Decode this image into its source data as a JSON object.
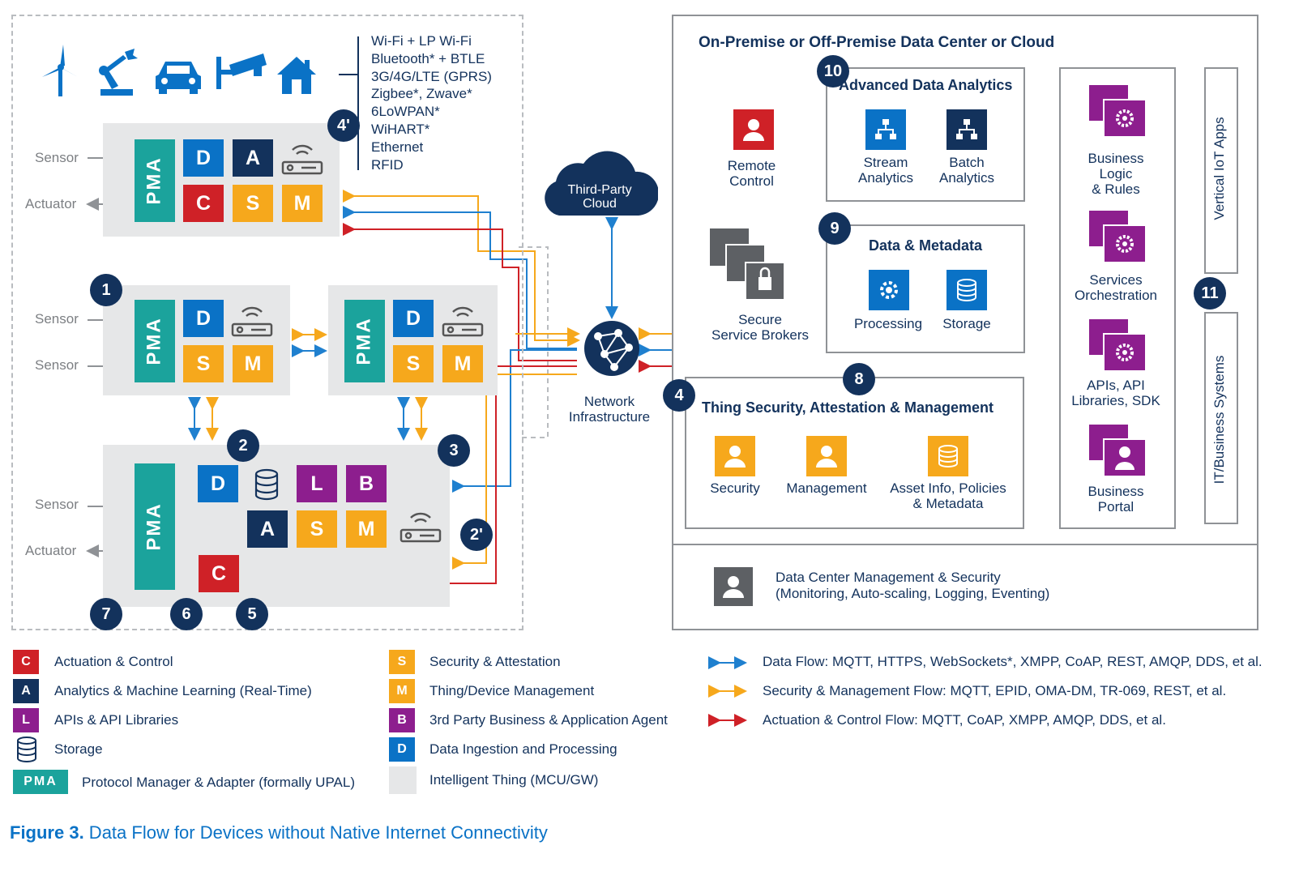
{
  "connectivity": [
    "Wi-Fi + LP Wi-Fi",
    "Bluetooth* + BTLE",
    "3G/4G/LTE (GPRS)",
    "Zigbee*, Zwave*",
    "6LoWPAN*",
    "WiHART*",
    "Ethernet",
    "RFID"
  ],
  "device_icons": [
    "wind-turbine-icon",
    "robot-arm-icon",
    "car-icon",
    "security-camera-icon",
    "house-icon"
  ],
  "labels": {
    "sensor": "Sensor",
    "actuator": "Actuator",
    "pma": "PMA"
  },
  "tiles": {
    "D": "D",
    "A": "A",
    "C": "C",
    "S": "S",
    "M": "M",
    "L": "L",
    "B": "B"
  },
  "numbers": {
    "n1": "1",
    "n2": "2",
    "n2p": "2'",
    "n3": "3",
    "n4": "4",
    "n4p": "4'",
    "n5": "5",
    "n6": "6",
    "n7": "7",
    "n8": "8",
    "n9": "9",
    "n10": "10",
    "n11": "11"
  },
  "third_party": {
    "line1": "Third-Party",
    "line2": "Cloud"
  },
  "network": {
    "line1": "Network",
    "line2": "Infrastructure"
  },
  "cloud_title": "On-Premise or Off-Premise Data Center or Cloud",
  "remote": {
    "line1": "Remote",
    "line2": "Control"
  },
  "brokers": {
    "line1": "Secure",
    "line2": "Service Brokers"
  },
  "analytics": {
    "title": "Advanced Data Analytics",
    "stream1": "Stream",
    "stream2": "Analytics",
    "batch1": "Batch",
    "batch2": "Analytics"
  },
  "metadata": {
    "title": "Data & Metadata",
    "processing": "Processing",
    "storage": "Storage"
  },
  "thing_sec": {
    "title": "Thing Security, Attestation & Management",
    "security": "Security",
    "management": "Management",
    "asset1": "Asset Info, Policies",
    "asset2": "& Metadata"
  },
  "services": {
    "bl1": "Business",
    "bl2": "Logic",
    "bl3": "& Rules",
    "so1": "Services",
    "so2": "Orchestration",
    "api1": "APIs, API",
    "api2": "Libraries, SDK",
    "bp1": "Business",
    "bp2": "Portal"
  },
  "vertical": {
    "apps": "Vertical IoT Apps",
    "it": "IT/Business Systems"
  },
  "dcm": {
    "line1": "Data Center Management & Security",
    "line2": "(Monitoring, Auto-scaling, Logging, Eventing)"
  },
  "legend": {
    "c": "Actuation & Control",
    "a": "Analytics & Machine Learning (Real-Time)",
    "l": "APIs & API Libraries",
    "storage": "Storage",
    "pma": "Protocol Manager & Adapter (formally UPAL)",
    "s": "Security & Attestation",
    "m": "Thing/Device Management",
    "b": "3rd Party Business & Application Agent",
    "d": "Data Ingestion and Processing",
    "thing": "Intelligent Thing (MCU/GW)",
    "dataflow": "Data Flow: MQTT, HTTPS, WebSockets*, XMPP, CoAP, REST, AMQP, DDS, et al.",
    "secflow": "Security & Management Flow: MQTT, EPID, OMA-DM, TR-069, REST, et al.",
    "actflow": "Actuation & Control Flow: MQTT, CoAP, XMPP, AMQP, DDS, et al."
  },
  "caption": {
    "bold": "Figure 3.",
    "rest": " Data Flow for Devices without Native Internet Connectivity"
  },
  "colors": {
    "data": "#1f80cf",
    "security": "#f6a81c",
    "actuation": "#cf2127",
    "navy": "#13325c",
    "teal": "#1ba39c",
    "purple": "#8d1e8e"
  }
}
